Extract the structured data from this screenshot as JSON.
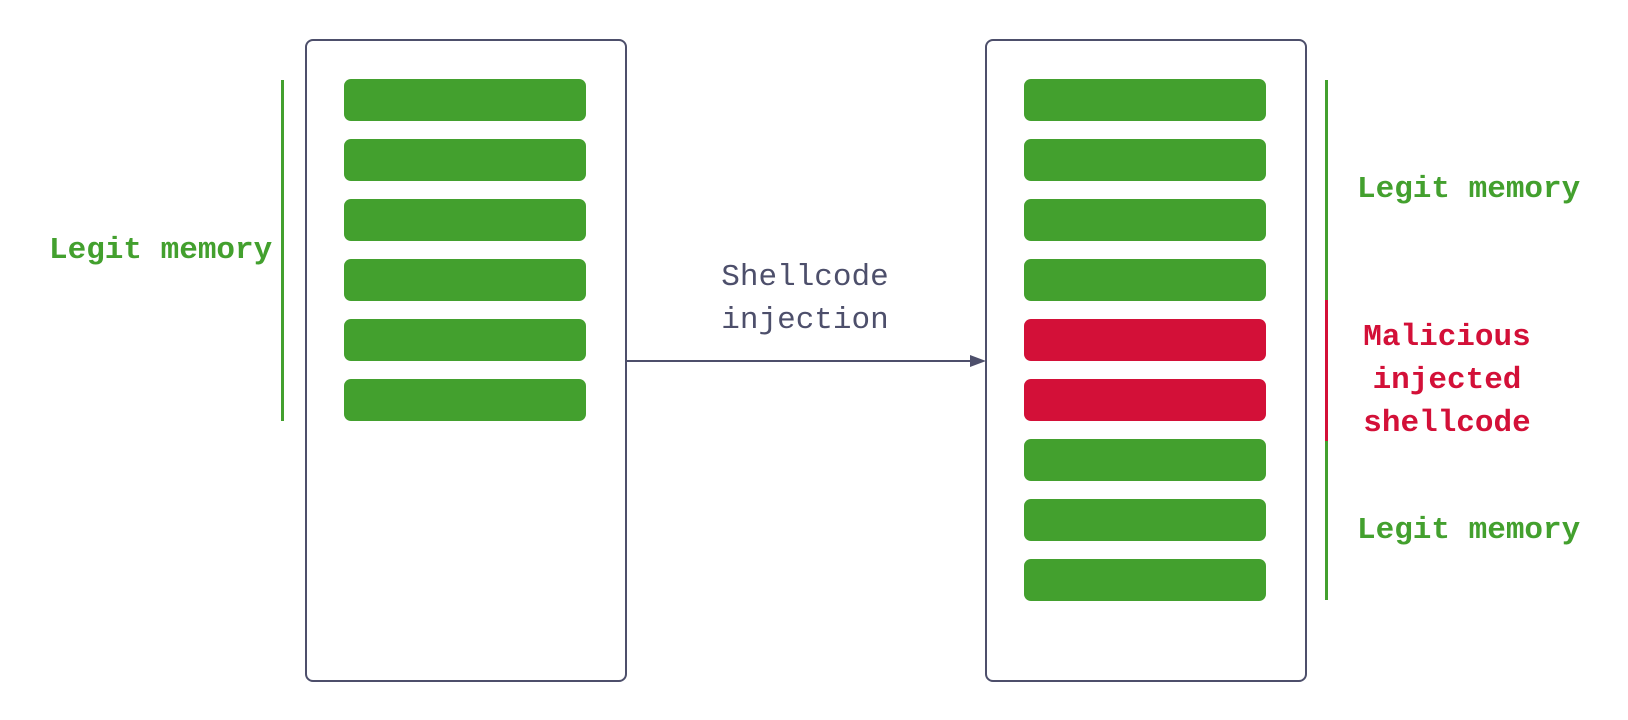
{
  "colors": {
    "legit": "#43a02e",
    "malicious": "#d31038",
    "outline": "#4d4f6b"
  },
  "before": {
    "label": "Legit memory",
    "blocks": [
      "legit",
      "legit",
      "legit",
      "legit",
      "legit",
      "legit"
    ]
  },
  "arrow": {
    "line1": "Shellcode",
    "line2": "injection"
  },
  "after": {
    "top_label": "Legit memory",
    "malicious_label": [
      "Malicious",
      "injected",
      "shellcode"
    ],
    "bottom_label": "Legit memory",
    "blocks": [
      "legit",
      "legit",
      "legit",
      "legit",
      "malicious",
      "malicious",
      "legit",
      "legit",
      "legit"
    ]
  }
}
